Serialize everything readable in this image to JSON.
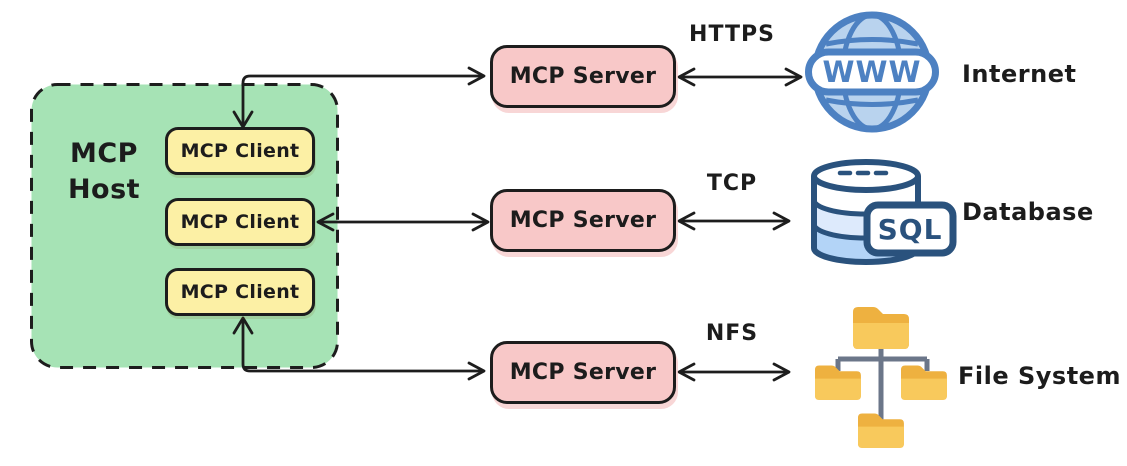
{
  "host": {
    "label": "MCP Host",
    "clients": [
      {
        "label": "MCP Client"
      },
      {
        "label": "MCP Client"
      },
      {
        "label": "MCP Client"
      }
    ]
  },
  "servers": [
    {
      "label": "MCP Server"
    },
    {
      "label": "MCP Server"
    },
    {
      "label": "MCP Server"
    }
  ],
  "connections": [
    {
      "protocol": "HTTPS",
      "from": "MCP Server",
      "to": "Internet"
    },
    {
      "protocol": "TCP",
      "from": "MCP Server",
      "to": "Database"
    },
    {
      "protocol": "NFS",
      "from": "MCP Server",
      "to": "File System"
    }
  ],
  "resources": [
    {
      "label": "Internet",
      "icon": "globe-www-icon",
      "icon_text": "WWW"
    },
    {
      "label": "Database",
      "icon": "database-sql-icon",
      "icon_text": "SQL"
    },
    {
      "label": "File System",
      "icon": "folder-tree-icon"
    }
  ],
  "colors": {
    "host_fill": "#a6e3b5",
    "client_fill": "#fcf0a5",
    "server_fill": "#f8c8c8",
    "line_stroke": "#1d1d1d",
    "globe_blue": "#4d81c2",
    "globe_fill": "#b9d3ee",
    "db_navy": "#2a527d",
    "db_band_light": "#ddeafc",
    "db_band_blue": "#b3d4f7",
    "folder_dark": "#eeb140",
    "folder_light": "#f8c95c",
    "tree_line": "#6b7689"
  }
}
